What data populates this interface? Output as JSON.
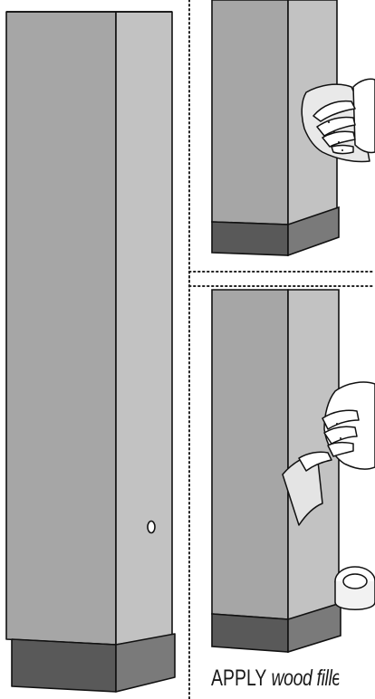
{
  "caption": {
    "verb": "APPLY",
    "object": "wood filler"
  },
  "colors": {
    "post_front": "#a6a6a6",
    "post_side": "#c2c2c2",
    "base_dark": "#595959",
    "base_side": "#7a7a7a",
    "outline": "#111111",
    "divider": "#222222",
    "background": "#ffffff"
  },
  "panels": [
    {
      "name": "full-post-with-hole",
      "icon": "post-with-hole"
    },
    {
      "name": "wipe-post",
      "icon": "hand-with-cloth-icon"
    },
    {
      "name": "tape-post",
      "icon": "hand-with-tape-icon"
    }
  ]
}
